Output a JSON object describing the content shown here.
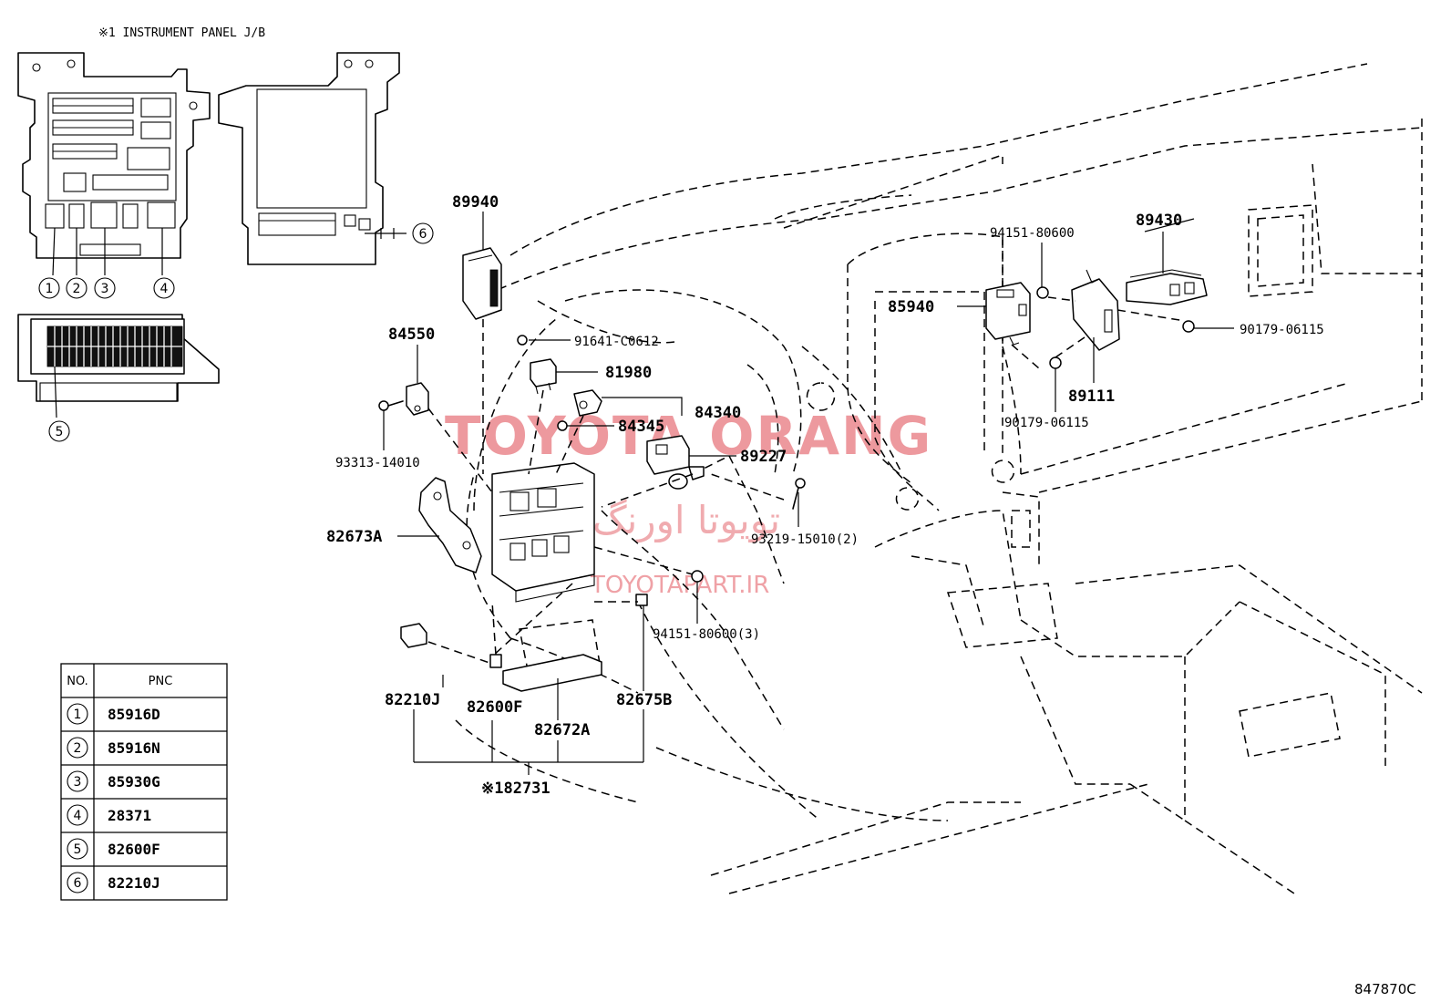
{
  "header": {
    "title": "※1 INSTRUMENT PANEL J/B"
  },
  "reference_code": "847870C",
  "watermark": {
    "brand": "TOYOTA ORANG",
    "site": "TOYOTAPART.IR",
    "arabic": "تویوتا اورنگ"
  },
  "callouts": {
    "p89940": "89940",
    "p84550": "84550",
    "p91641": "91641-C0612",
    "p81980": "81980",
    "p84340": "84340",
    "p84345": "84345",
    "p89227": "89227",
    "p93313": "93313-14010",
    "p82673A": "82673A",
    "p93219": "93219-15010(2)",
    "p94151_3": "94151-80600(3)",
    "p82210J": "82210J",
    "p82600F": "82600F",
    "p82675B": "82675B",
    "p82672A": "82672A",
    "p82731": "※182731",
    "p94151": "94151-80600",
    "p89430": "89430",
    "p85940": "85940",
    "p90179_a": "90179-06115",
    "p89111": "89111",
    "p90179_b": "90179-06115"
  },
  "jb_markers": [
    "1",
    "2",
    "3",
    "4",
    "5",
    "6"
  ],
  "table": {
    "headers": [
      "NO.",
      "PNC"
    ],
    "rows": [
      {
        "no": "1",
        "pnc": "85916D"
      },
      {
        "no": "2",
        "pnc": "85916N"
      },
      {
        "no": "3",
        "pnc": "85930G"
      },
      {
        "no": "4",
        "pnc": "28371"
      },
      {
        "no": "5",
        "pnc": "82600F"
      },
      {
        "no": "6",
        "pnc": "82210J"
      }
    ]
  }
}
